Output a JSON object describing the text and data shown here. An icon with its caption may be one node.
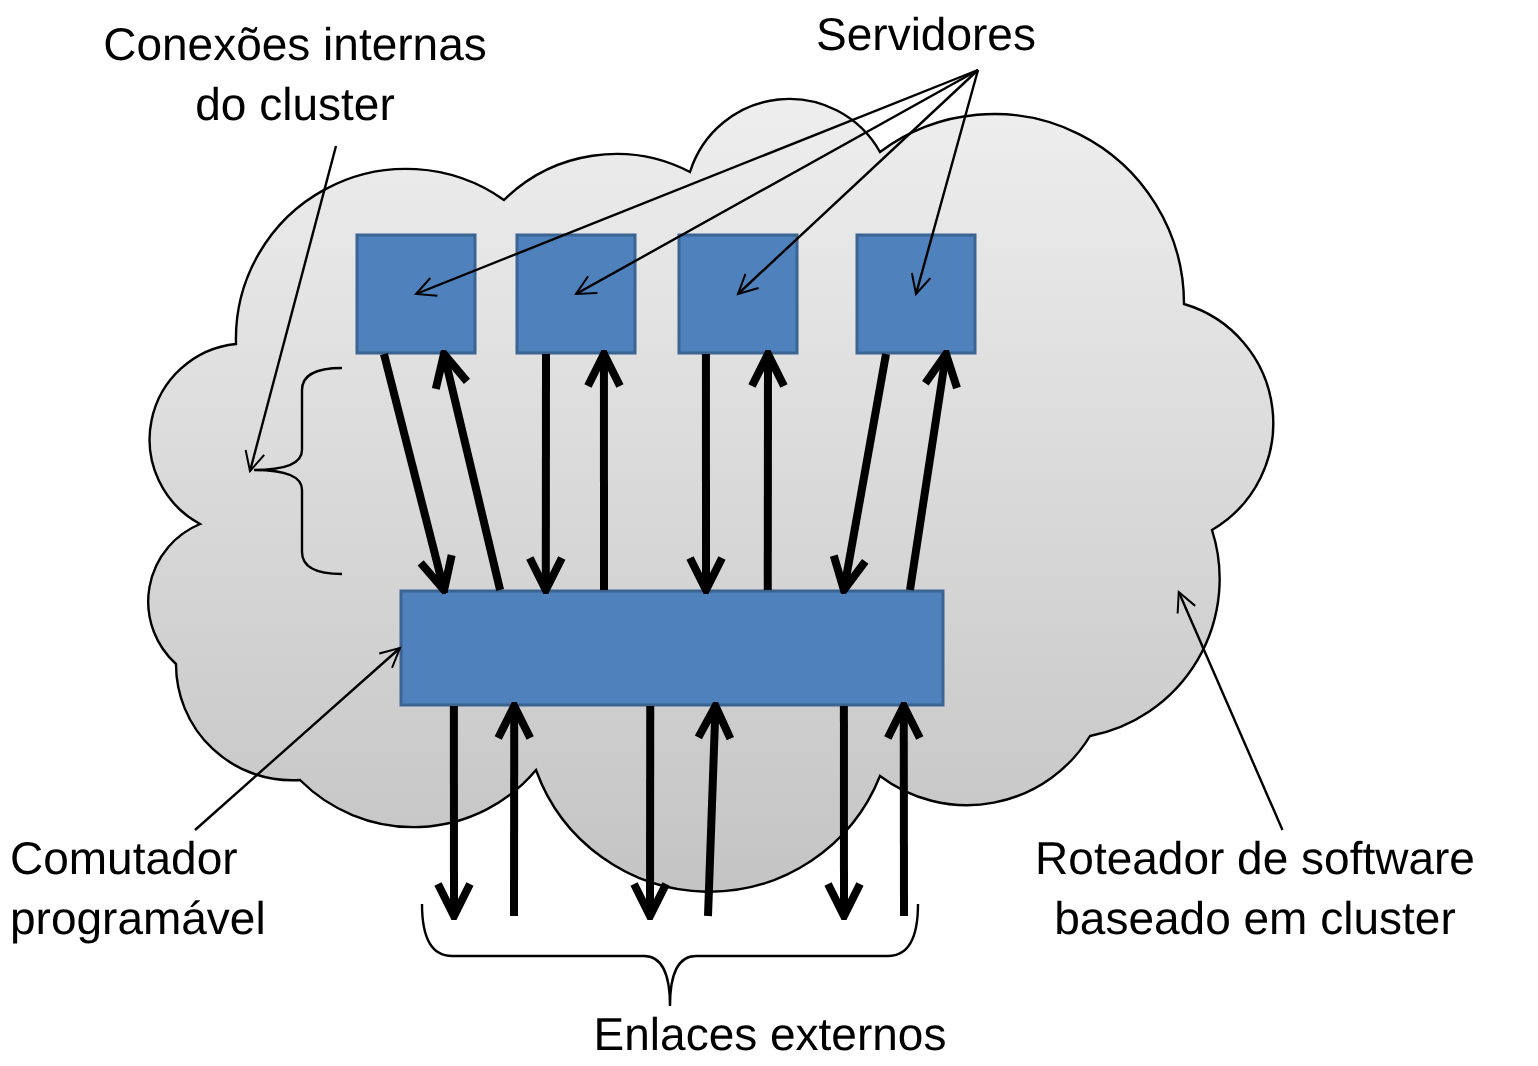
{
  "diagram": {
    "nodes": [
      {
        "text": [],
        "shape": "cloud"
      },
      {
        "text": [],
        "shape": "box",
        "in": 0
      },
      {
        "text": [],
        "shape": "box",
        "in": 0
      },
      {
        "text": [],
        "shape": "box",
        "in": 0
      },
      {
        "text": [],
        "shape": "box",
        "in": 0
      },
      {
        "text": [],
        "shape": "box",
        "in": 0
      },
      {
        "text": [
          "Servidores"
        ]
      },
      {
        "text": [
          "Conexões internas do cluster"
        ]
      },
      {
        "text": [
          "Comutador programável"
        ]
      },
      {
        "text": [
          "Roteador de software baseado em cluster"
        ]
      },
      {
        "text": [],
        "shape": "brace",
        "in": 0
      }
    ],
    "edges": [
      {
        "from": 6,
        "to": 1,
        "arrow": "to"
      },
      {
        "from": 6,
        "to": 2,
        "arrow": "to"
      },
      {
        "from": 6,
        "to": 3,
        "arrow": "to"
      },
      {
        "from": 6,
        "to": 4,
        "arrow": "to"
      },
      {
        "from": 7,
        "to": 10,
        "arrow": "to"
      },
      {
        "from": 8,
        "to": 5,
        "arrow": "to"
      },
      {
        "from": 9,
        "to": 0,
        "arrow": "to"
      },
      {
        "from": 1,
        "to": 5,
        "arrow": "to"
      },
      {
        "from": 5,
        "to": 1,
        "arrow": "to"
      },
      {
        "from": 2,
        "to": 5,
        "arrow": "to"
      },
      {
        "from": 5,
        "to": 2,
        "arrow": "to"
      },
      {
        "from": 3,
        "to": 5,
        "arrow": "to"
      },
      {
        "from": 5,
        "to": 3,
        "arrow": "to"
      },
      {
        "from": 4,
        "to": 5,
        "arrow": "to"
      },
      {
        "from": 5,
        "to": 4,
        "arrow": "to"
      },
      {
        "from": 5,
        "to": null,
        "arrow": "to"
      },
      {
        "from": null,
        "to": 5,
        "arrow": "to"
      },
      {
        "from": 5,
        "to": null,
        "arrow": "to"
      },
      {
        "from": null,
        "to": 5,
        "arrow": "to"
      },
      {
        "from": 5,
        "to": null,
        "arrow": "to"
      },
      {
        "from": null,
        "to": 5,
        "arrow": "to"
      }
    ],
    "labels": [
      "Enlaces externos"
    ]
  }
}
